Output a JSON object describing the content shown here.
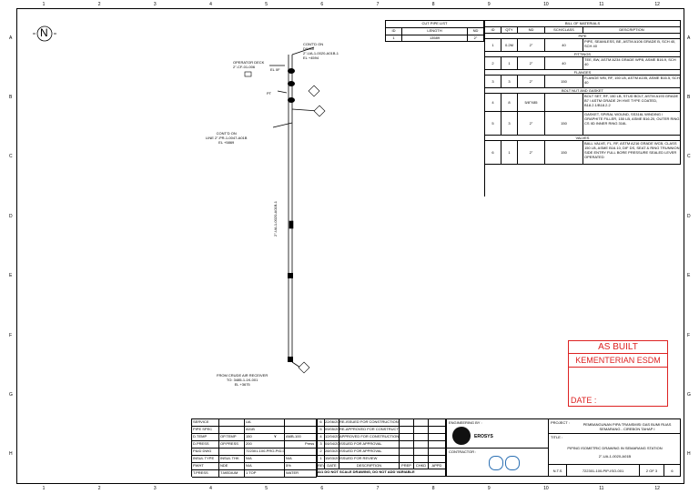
{
  "grid": {
    "top": [
      "1",
      "2",
      "3",
      "4",
      "5",
      "6",
      "7",
      "8",
      "9",
      "10",
      "11",
      "12"
    ],
    "side": [
      "A",
      "B",
      "C",
      "D",
      "E",
      "F",
      "G",
      "H"
    ]
  },
  "north": "N",
  "cut_pipe": {
    "title": "CUT PIPE LIST",
    "headers": [
      "ID",
      "LENGTH",
      "ND"
    ],
    "row": [
      "1",
      "13589",
      "2\""
    ]
  },
  "bom": {
    "title": "BILL OF MATERIALS",
    "headers": [
      "ID",
      "QTY",
      "ND",
      "SCH/CLASS",
      "DESCRIPTION"
    ],
    "sections": [
      {
        "name": "PIPE",
        "rows": [
          {
            "id": "1",
            "qty": "0.2M",
            "nd": "2\"",
            "sch": "40",
            "desc": "PIPE, SEAMLESS, BE, ASTM A106 GRADE B, SCH 40, SCH 40"
          }
        ]
      },
      {
        "name": "FITTINGS",
        "rows": [
          {
            "id": "2",
            "qty": "1",
            "nd": "2\"",
            "sch": "40",
            "desc": "TEE, BW, ASTM A234 GRADE WPB, ASME B16.9, SCH 40"
          }
        ]
      },
      {
        "name": "FLANGES",
        "rows": [
          {
            "id": "3",
            "qty": "3",
            "nd": "2\"",
            "sch": "150",
            "desc": "FLANGE WN, RF, 150 LB, ASTM A105, ASME B16.5, SCH 40"
          }
        ]
      },
      {
        "name": "BOLT NUT AND GASKET",
        "rows": [
          {
            "id": "4",
            "qty": "8",
            "nd": "5/8\"X85",
            "sch": "",
            "desc": "BOLT SET, RF, 150 LB, STUD BOLT, ASTM A193 GRADE B7 / ASTM GRADE 2H HVE TYPE COATED, B18.2.1/B18.2.2"
          },
          {
            "id": "5",
            "qty": "3",
            "nd": "2\"",
            "sch": "150",
            "desc": "GASKET, SPIRAL WOUND, SS316L WINDING / GRAPHITE FILLER, 150 LB, ASME B16.20, OUTER RING CS IID INNER RING 316L"
          }
        ]
      },
      {
        "name": "VALVES",
        "rows": [
          {
            "id": "6",
            "qty": "1",
            "nd": "2\"",
            "sch": "150",
            "desc": "BALL VALVE, FL, RF, ASTM A216 GRADE WCB, CLASS 150 LB, ASME B16.10, DIF DS, SEAT & RING TRUNNION SIDE ENTRY FULL BORE PRESSURE SEALED LEVER OPERATED"
          }
        ]
      }
    ]
  },
  "annotations": {
    "cont_top": [
      "CONT'D ON",
      "DWG#",
      "2\"-UA-1-0020-A01B-1",
      "EL +4594"
    ],
    "operator_deck": [
      "OPERATOR DECK",
      "2\"-CF-01-006"
    ],
    "el_0f": "EL 0F",
    "pt": "PT",
    "line_left": [
      "CONT'D ON",
      "LINE 2\"-PR-1-0047-A01B",
      "EL +5869"
    ],
    "pipe_vertical": "2\"-UA-1-0020-A01B-1",
    "from": [
      "FROM CRUDE AIR RECEIVER",
      "TO: 3485-1-1K-001",
      "EL +3675"
    ]
  },
  "service": {
    "rows": [
      [
        "SERVICE",
        "",
        "UA",
        ""
      ],
      [
        "PIPE SPEC",
        "",
        "A01B",
        ""
      ],
      [
        "D.TEMP",
        "OP.TEMP",
        "150",
        "AMB-100"
      ],
      [
        "D.PRESS",
        "OP.PRESS",
        "200",
        ""
      ],
      [
        "P&ID DWG",
        "",
        "722301-100-PRO-PID-008",
        ""
      ],
      [
        "INSUL TYPE",
        "INSUL THK",
        "N/A",
        "N/A"
      ],
      [
        "PWHT",
        "NDE",
        "N/A",
        "5%"
      ],
      [
        "T.PRESS",
        "T.MEDIUM",
        "1 TOP",
        "WATER"
      ]
    ],
    "fluid_code": "Y",
    "press_label": "Press"
  },
  "revisions": {
    "rows": [
      [
        "6",
        "22/06/2023",
        "RE-ISSUED FOR CONSTRUCTION"
      ],
      [
        "5",
        "09/05/2023",
        "RE-APPROVED FOR CONSTRUCTION"
      ],
      [
        "4",
        "12/04/2023",
        "APPROVED FOR CONSTRUCTION"
      ],
      [
        "3",
        "04/04/2023",
        "ISSUED FOR APPROVAL"
      ],
      [
        "2",
        "28/03/2023",
        "ISSUED FOR APPROVAL"
      ],
      [
        "1",
        "15/03/2023",
        "ISSUED FOR REVIEW"
      ]
    ],
    "headers": [
      "REV",
      "DATE",
      "DESCRIPTION",
      "PREP",
      "CHKD",
      "APPD"
    ],
    "note": "A/1 DO NOT SCALE DRAWING, DO NOT ADD VARIABLE"
  },
  "title_block": {
    "owner_label": "ENGINEERING BY :",
    "logo": "EROSYS",
    "contractor_label": "CONTRACTOR :",
    "project_label": "PROJECT :",
    "project": "PEMBANGUNAN PIPA TRANSMISI GAS BUMI RUAS SEMARANG - CIREBON TAHAP I",
    "title_label": "TITLE :",
    "title": "PIPING ISOMETRIC DRAWING IN SEMARANG STATION",
    "dwg_no": "2\"-UA-1-0020-A01B",
    "doc_no": "722301-100-PIP-ISO-001",
    "scale": "N.T.S",
    "sheet": "2 OF 3",
    "rev": "6"
  },
  "stamp": {
    "line1": "AS BUILT",
    "line2": "KEMENTERIAN ESDM",
    "date": "DATE :"
  },
  "colors": {
    "stamp": "#dd2222",
    "line": "#000000"
  }
}
